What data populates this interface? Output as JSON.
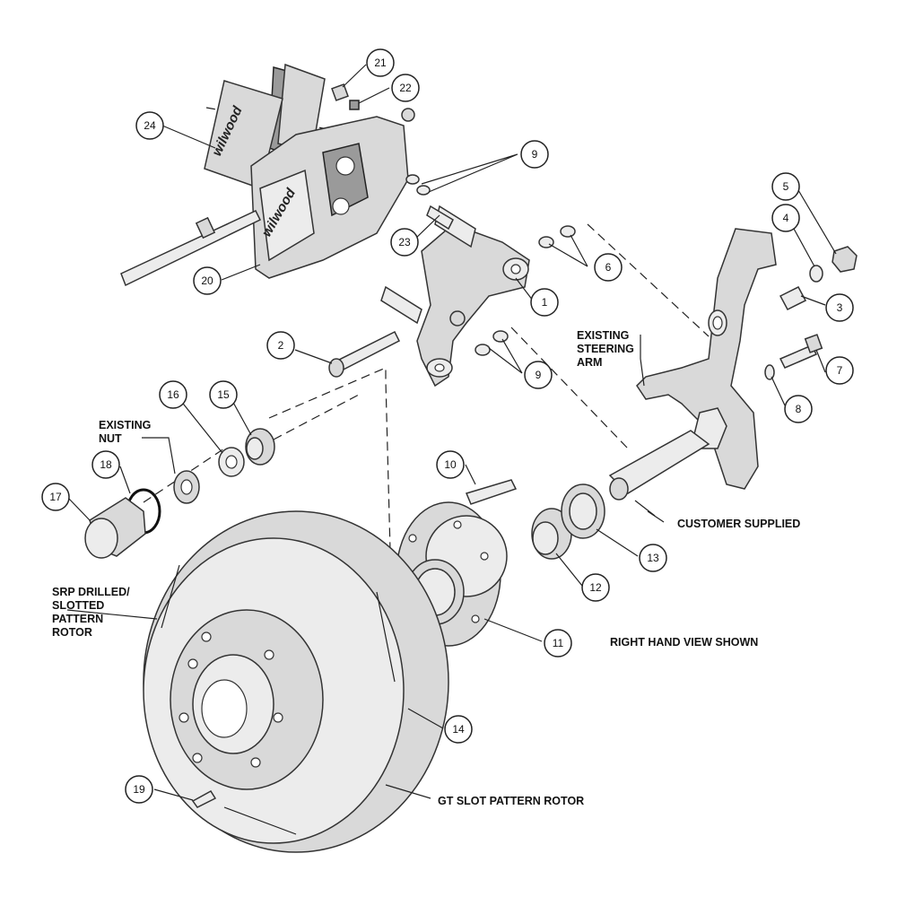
{
  "callouts": [
    "1",
    "2",
    "3",
    "4",
    "5",
    "6",
    "7",
    "8",
    "9",
    "9",
    "10",
    "11",
    "12",
    "13",
    "14",
    "15",
    "16",
    "17",
    "18",
    "19",
    "20",
    "21",
    "22",
    "23",
    "24"
  ],
  "labels": {
    "existing_nut": [
      "EXISTING",
      "NUT"
    ],
    "existing_steering_arm": [
      "EXISTING",
      "STEERING",
      "ARM"
    ],
    "customer_supplied": "CUSTOMER SUPPLIED",
    "srp_rotor": [
      "SRP DRILLED/",
      "SLOTTED",
      "PATTERN",
      "ROTOR"
    ],
    "right_hand_view": "RIGHT HAND VIEW SHOWN",
    "gt_slot_rotor": "GT SLOT PATTERN ROTOR"
  },
  "logos": {
    "pad_logo": "wilwood",
    "caliper_logo": "wilwood"
  }
}
